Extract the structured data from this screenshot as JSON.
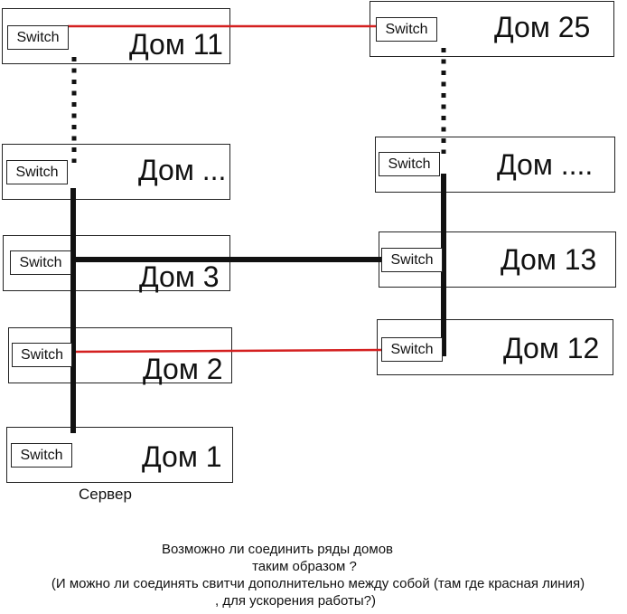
{
  "colors": {
    "trunk": "#111111",
    "red_link": "#d42020",
    "border": "#222222"
  },
  "switch_label": "Switch",
  "houses": {
    "h11": {
      "label": "Дом 11"
    },
    "hdotsL": {
      "label": "Дом ..."
    },
    "h3": {
      "label": "Дом 3"
    },
    "h2": {
      "label": "Дом 2"
    },
    "h1": {
      "label": "Дом 1"
    },
    "h25": {
      "label": "Дом 25"
    },
    "hdotsR": {
      "label": "Дом ...."
    },
    "h13": {
      "label": "Дом 13"
    },
    "h12": {
      "label": "Дом 12"
    }
  },
  "server_label": "Сервер",
  "question": {
    "line1": "Возможно ли соединить ряды домов",
    "line2": "таким образом ?",
    "line3": "(И можно ли соединять свитчи дополнительно между собой (там где красная линия)",
    "line4": ", для ускорения работы?)"
  },
  "links": [
    {
      "from": "Дом 11",
      "to": "Дом 25",
      "type": "red"
    },
    {
      "from": "Дом 2",
      "to": "Дом 12",
      "type": "red"
    },
    {
      "from": "Дом 3",
      "to": "Дом 13",
      "type": "trunk"
    },
    {
      "from": "Дом 11",
      "to": "Дом ...",
      "type": "dotted"
    },
    {
      "from": "Дом 25",
      "to": "Дом ....",
      "type": "dotted"
    }
  ]
}
